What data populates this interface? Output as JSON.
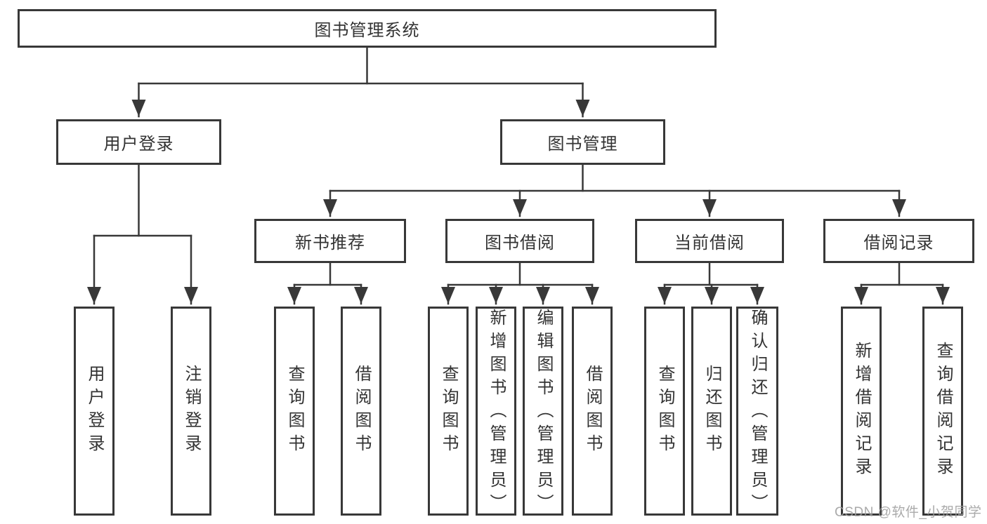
{
  "tree": {
    "root": "图书管理系统",
    "branches": [
      {
        "label": "用户登录",
        "leaves": [
          "用户登录",
          "注销登录"
        ]
      },
      {
        "label": "图书管理",
        "subbranches": [
          {
            "label": "新书推荐",
            "leaves": [
              "查询图书",
              "借阅图书"
            ]
          },
          {
            "label": "图书借阅",
            "leaves": [
              "查询图书",
              "新增图书（管理员）",
              "编辑图书（管理员）",
              "借阅图书"
            ]
          },
          {
            "label": "当前借阅",
            "leaves": [
              "查询图书",
              "归还图书",
              "确认归还（管理员）"
            ]
          },
          {
            "label": "借阅记录",
            "leaves": [
              "新增借阅记录",
              "查询借阅记录"
            ]
          }
        ]
      }
    ]
  },
  "watermark": "CSDN @软件_小贺同学",
  "colors": {
    "line": "#383838",
    "box_border": "#383838",
    "text": "#333333",
    "watermark": "#9e9e9e",
    "background": "#ffffff"
  }
}
